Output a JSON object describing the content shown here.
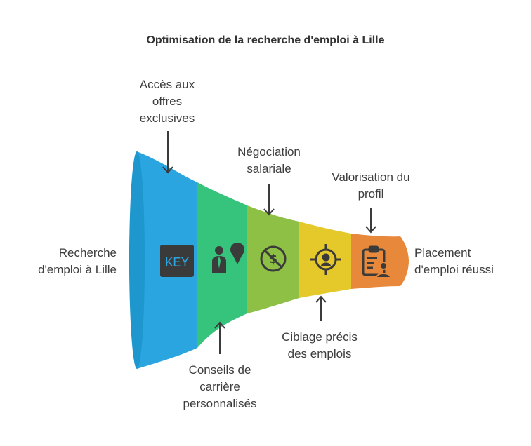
{
  "title": "Optimisation de la recherche d'emploi à Lille",
  "input_label": [
    "Recherche",
    "d'emploi à Lille"
  ],
  "output_label": [
    "Placement",
    "d'emploi réussi"
  ],
  "stages": [
    {
      "id": "offres",
      "label": [
        "Accès aux",
        "offres",
        "exclusives"
      ],
      "icon": "key-icon",
      "icon_text": "KEY",
      "color": "#2AA5DF"
    },
    {
      "id": "conseils",
      "label": [
        "Conseils de",
        "carrière",
        "personnalisés"
      ],
      "icon": "advisor-icon",
      "color": "#36C37C"
    },
    {
      "id": "negociation",
      "label": [
        "Négociation",
        "salariale"
      ],
      "icon": "no-dollar-icon",
      "color": "#8DC044"
    },
    {
      "id": "ciblage",
      "label": [
        "Ciblage précis",
        "des emplois"
      ],
      "icon": "target-person-icon",
      "color": "#E5C92A"
    },
    {
      "id": "profil",
      "label": [
        "Valorisation du",
        "profil"
      ],
      "icon": "clipboard-user-icon",
      "color": "#E8883A"
    }
  ],
  "colors": {
    "rim": "#1E96CE",
    "icon": "#3b3b3b",
    "arrow": "#3b3b3b"
  }
}
